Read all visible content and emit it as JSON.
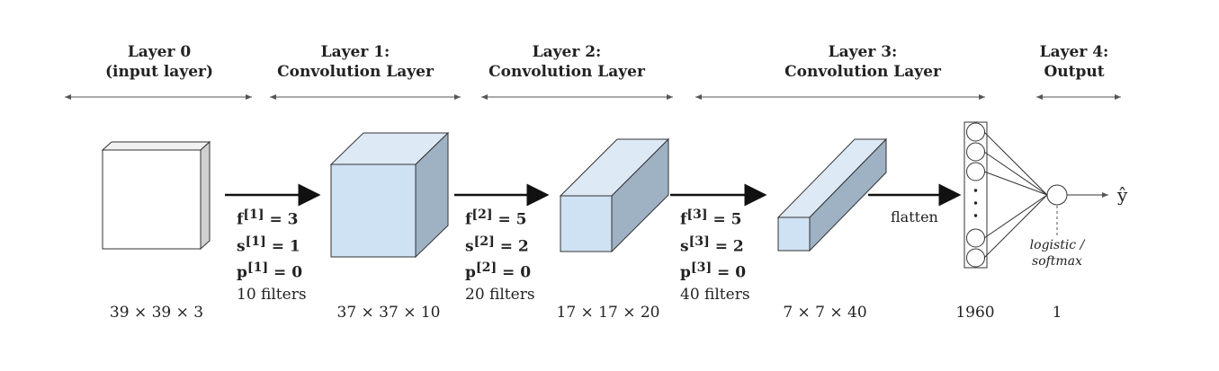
{
  "layers": [
    {
      "title_line1": "Layer 0",
      "title_line2": "(input layer)",
      "dims": "39 × 39 × 3"
    },
    {
      "title_line1": "Layer 1:",
      "title_line2": "Convolution Layer",
      "dims": "37 × 37 × 10"
    },
    {
      "title_line1": "Layer 2:",
      "title_line2": "Convolution Layer",
      "dims": "17 × 17 × 20"
    },
    {
      "title_line1": "Layer 3:",
      "title_line2": "Convolution Layer",
      "dims": "7 × 7 × 40"
    },
    {
      "title_line1": "Layer 4:",
      "title_line2": "Output",
      "dims": "1"
    }
  ],
  "flatten_dims": "1960",
  "params": [
    {
      "f": "f",
      "f_sup": "[1]",
      "f_val": " = 3",
      "s": "s",
      "s_sup": "[1]",
      "s_val": " = 1",
      "p": "p",
      "p_sup": "[1]",
      "p_val": " = 0",
      "filters": "10 filters"
    },
    {
      "f": "f",
      "f_sup": "[2]",
      "f_val": " = 5",
      "s": "s",
      "s_sup": "[2]",
      "s_val": " = 2",
      "p": "p",
      "p_sup": "[2]",
      "p_val": " = 0",
      "filters": "20 filters"
    },
    {
      "f": "f",
      "f_sup": "[3]",
      "f_val": " = 5",
      "s": "s",
      "s_sup": "[3]",
      "s_val": " = 2",
      "p": "p",
      "p_sup": "[3]",
      "p_val": " = 0",
      "filters": "40 filters"
    }
  ],
  "flatten_label": "flatten",
  "activation_line1": "logistic /",
  "activation_line2": "softmax",
  "output_symbol": "ŷ",
  "colors": {
    "box_front": "#cfe2f3",
    "box_top": "#dde9f5",
    "box_side": "#9eb2c4",
    "stroke": "#333333"
  }
}
